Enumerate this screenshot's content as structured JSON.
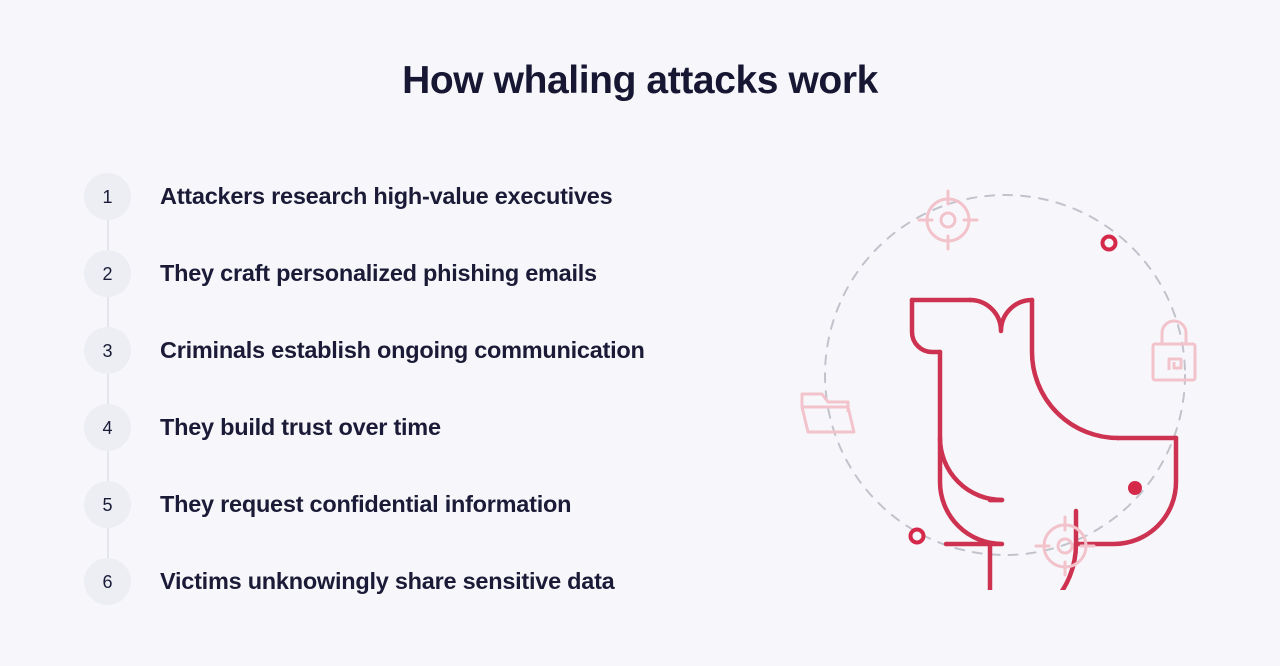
{
  "page": {
    "title": "How whaling attacks work",
    "background_color": "#f7f7fb",
    "title_color": "#171733"
  },
  "steps": [
    {
      "number": "1",
      "label": "Attackers research high-value executives"
    },
    {
      "number": "2",
      "label": "They craft personalized phishing emails"
    },
    {
      "number": "3",
      "label": "Criminals establish ongoing communication"
    },
    {
      "number": "4",
      "label": "They build trust over time"
    },
    {
      "number": "5",
      "label": "They request confidential information"
    },
    {
      "number": "6",
      "label": "Victims unknowingly share sensitive data"
    }
  ],
  "illustration": {
    "name": "whale-illustration",
    "description": "Line-art whale encircled by a dashed orbit with security icons",
    "colors": {
      "whale_line": "#cd3250",
      "whale_eye": "#d5294a",
      "orbit_dash": "#c2c2cc",
      "icon_pink": "#f3c3cc",
      "accent_ring": "#d5294a",
      "marker_circle": "#eceef3",
      "connector_line": "#e4e6ec"
    },
    "icons": [
      {
        "name": "crosshair-icon-top",
        "label": "crosshair-icon"
      },
      {
        "name": "ring-icon-top-right",
        "label": "ring-icon"
      },
      {
        "name": "lock-icon-right",
        "label": "lock-icon"
      },
      {
        "name": "crosshair-icon-bottom",
        "label": "crosshair-icon"
      },
      {
        "name": "ring-icon-bottom-left",
        "label": "ring-icon"
      },
      {
        "name": "folder-icon-left",
        "label": "folder-icon"
      }
    ]
  }
}
